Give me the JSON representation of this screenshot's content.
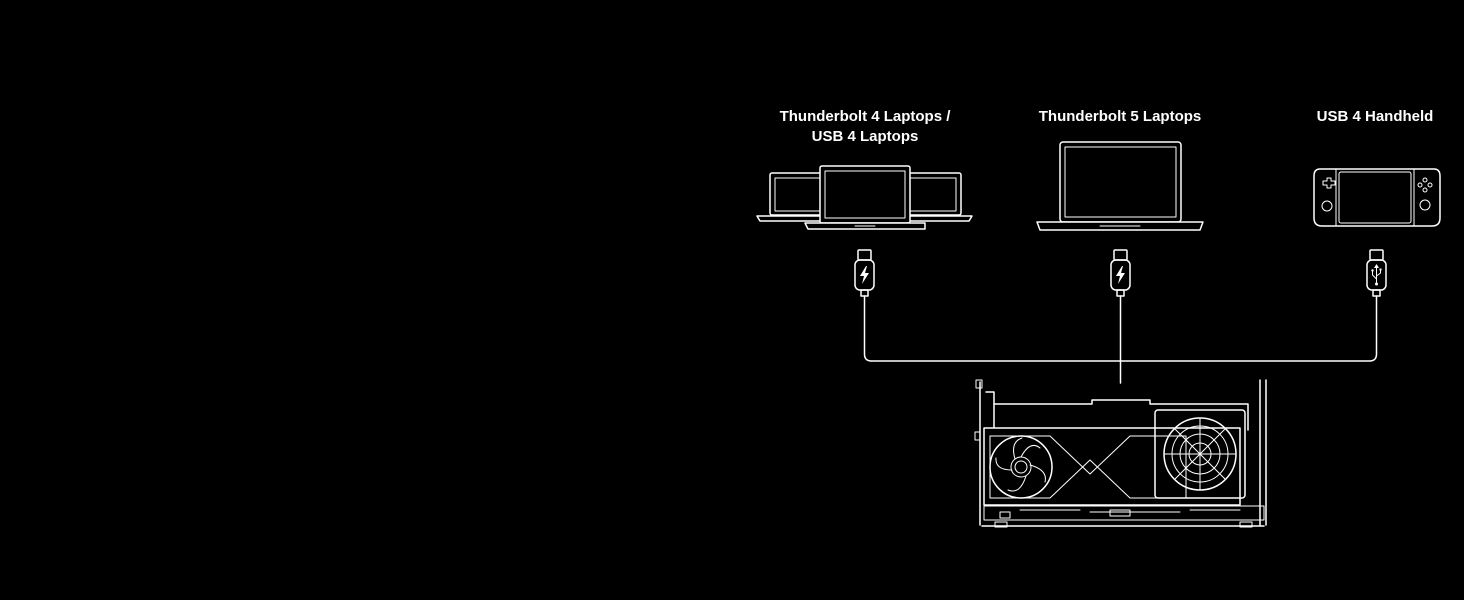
{
  "diagram": {
    "devices": [
      {
        "id": "tb4-usb4-laptops",
        "label_lines": [
          "Thunderbolt 4 Laptops /",
          "USB 4 Laptops"
        ],
        "cable_icon": "lightning-bolt-icon"
      },
      {
        "id": "tb5-laptops",
        "label_lines": [
          "Thunderbolt 5 Laptops"
        ],
        "cable_icon": "lightning-bolt-icon"
      },
      {
        "id": "usb4-handheld",
        "label_lines": [
          "USB 4 Handheld"
        ],
        "cable_icon": "usb-trident-icon"
      }
    ],
    "hub": {
      "icon": "egpu-enclosure-icon"
    },
    "colors": {
      "background": "#000000",
      "line": "#ffffff"
    }
  }
}
